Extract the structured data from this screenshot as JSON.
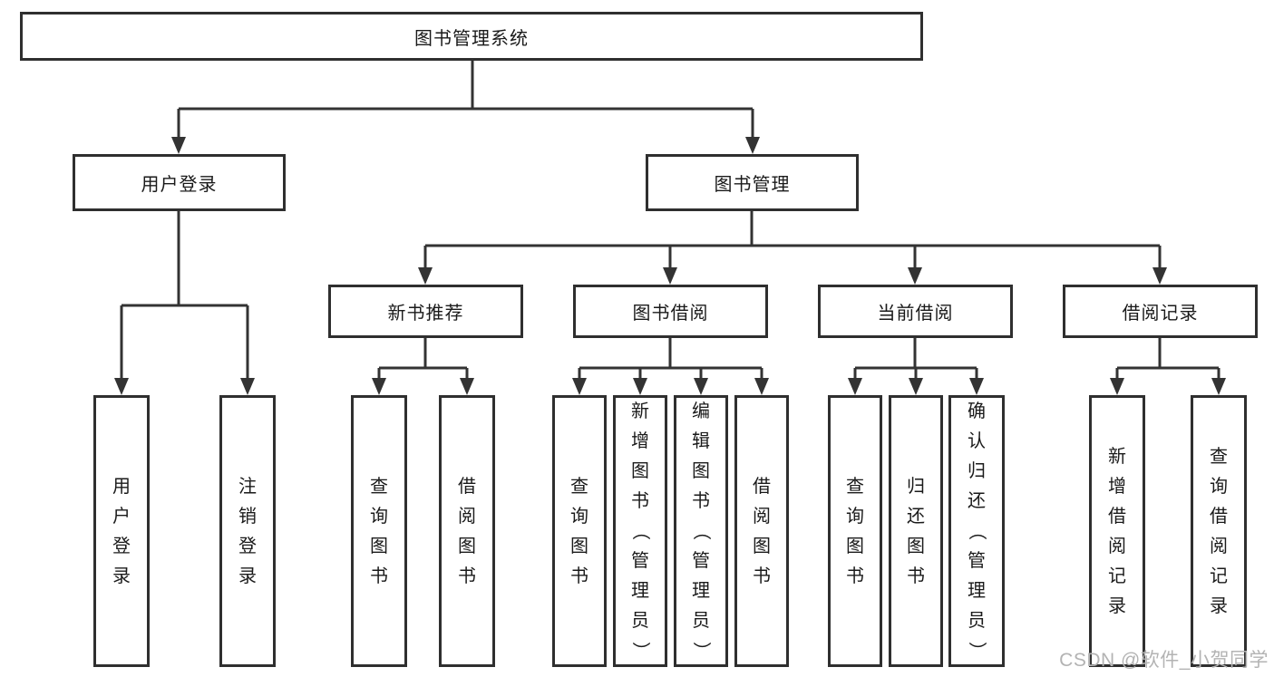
{
  "tree": {
    "root": {
      "label": "图书管理系统"
    },
    "branches": [
      {
        "label": "用户登录",
        "children": [
          {
            "label": "用户登录"
          },
          {
            "label": "注销登录"
          }
        ]
      },
      {
        "label": "图书管理",
        "children": [
          {
            "label": "新书推荐",
            "children": [
              {
                "label": "查询图书"
              },
              {
                "label": "借阅图书"
              }
            ]
          },
          {
            "label": "图书借阅",
            "children": [
              {
                "label": "查询图书"
              },
              {
                "label": "新增图书（管理员）"
              },
              {
                "label": "编辑图书（管理员）"
              },
              {
                "label": "借阅图书"
              }
            ]
          },
          {
            "label": "当前借阅",
            "children": [
              {
                "label": "查询图书"
              },
              {
                "label": "归还图书"
              },
              {
                "label": "确认归还（管理员）"
              }
            ]
          },
          {
            "label": "借阅记录",
            "children": [
              {
                "label": "新增借阅记录"
              },
              {
                "label": "查询借阅记录"
              }
            ]
          }
        ]
      }
    ]
  },
  "watermark": {
    "text": "CSDN @软件_小贺同学"
  },
  "colors": {
    "line": "#333333",
    "box_border": "#2f2f2f",
    "box_fill": "#ffffff",
    "text": "#1a1a1a",
    "watermark": "#b3b3b3"
  }
}
